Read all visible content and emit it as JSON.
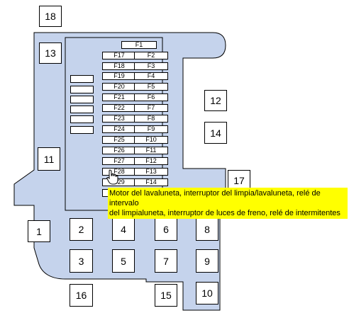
{
  "colors": {
    "panel": "#c5d3ec",
    "tooltip": "#ffff00",
    "outline": "#000000"
  },
  "relays": [
    {
      "id": "18",
      "label": "18"
    },
    {
      "id": "13",
      "label": "13"
    },
    {
      "id": "12",
      "label": "12"
    },
    {
      "id": "14",
      "label": "14"
    },
    {
      "id": "11",
      "label": "11"
    },
    {
      "id": "17",
      "label": "17"
    },
    {
      "id": "1",
      "label": "1"
    },
    {
      "id": "2",
      "label": "2"
    },
    {
      "id": "4",
      "label": "4"
    },
    {
      "id": "6",
      "label": "6"
    },
    {
      "id": "8",
      "label": "8"
    },
    {
      "id": "3",
      "label": "3"
    },
    {
      "id": "5",
      "label": "5"
    },
    {
      "id": "7",
      "label": "7"
    },
    {
      "id": "9",
      "label": "9"
    },
    {
      "id": "16",
      "label": "16"
    },
    {
      "id": "15",
      "label": "15"
    },
    {
      "id": "10",
      "label": "10"
    }
  ],
  "fuses": [
    {
      "id": "F1",
      "label": "F1"
    },
    {
      "id": "F17",
      "label": "F17"
    },
    {
      "id": "F2",
      "label": "F2"
    },
    {
      "id": "F18",
      "label": "F18"
    },
    {
      "id": "F3",
      "label": "F3"
    },
    {
      "id": "F19",
      "label": "F19"
    },
    {
      "id": "F4",
      "label": "F4"
    },
    {
      "id": "F20",
      "label": "F20"
    },
    {
      "id": "F5",
      "label": "F5"
    },
    {
      "id": "F21",
      "label": "F21"
    },
    {
      "id": "F6",
      "label": "F6"
    },
    {
      "id": "F22",
      "label": "F22"
    },
    {
      "id": "F7",
      "label": "F7"
    },
    {
      "id": "F23",
      "label": "F23"
    },
    {
      "id": "F8",
      "label": "F8"
    },
    {
      "id": "F24",
      "label": "F24"
    },
    {
      "id": "F9",
      "label": "F9"
    },
    {
      "id": "F25",
      "label": "F25"
    },
    {
      "id": "F10",
      "label": "F10"
    },
    {
      "id": "F26",
      "label": "F26"
    },
    {
      "id": "F11",
      "label": "F11"
    },
    {
      "id": "F27",
      "label": "F27"
    },
    {
      "id": "F12",
      "label": "F12"
    },
    {
      "id": "F28",
      "label": "F28"
    },
    {
      "id": "F13",
      "label": "F13"
    },
    {
      "id": "F29",
      "label": "F29"
    },
    {
      "id": "F14",
      "label": "F14"
    }
  ],
  "tooltip": {
    "line1": "Motor del lavaluneta, interruptor del limpia/lavaluneta, relé de intervalo",
    "line2": "del limpialuneta, interruptor de luces de freno, relé de intermitentes"
  }
}
